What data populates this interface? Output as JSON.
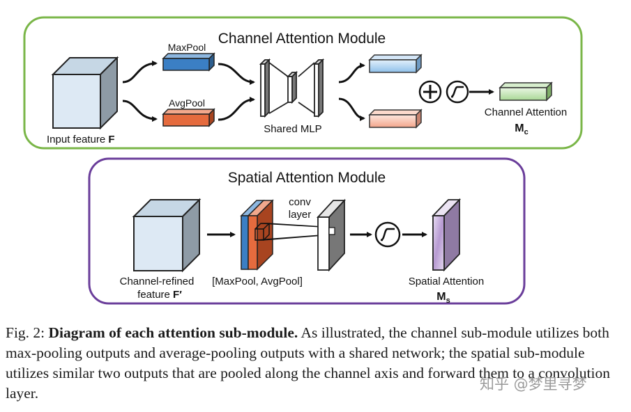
{
  "channel_module": {
    "title": "Channel Attention Module",
    "input_label": "Input feature ",
    "input_symbol": "F",
    "maxpool_label": "MaxPool",
    "avgpool_label": "AvgPool",
    "mlp_label": "Shared MLP",
    "output_label": "Channel Attention",
    "output_symbol": "M",
    "output_subscript": "c",
    "plus_symbol": "+",
    "border_color": "#7ab648"
  },
  "spatial_module": {
    "title": "Spatial Attention Module",
    "input_label_line1": "Channel-refined",
    "input_label_line2": "feature ",
    "input_symbol": "F′",
    "pool_label": "[MaxPool, AvgPool]",
    "conv_label_line1": "conv",
    "conv_label_line2": "layer",
    "output_label": "Spatial Attention",
    "output_symbol": "M",
    "output_subscript": "s",
    "border_color": "#6a3d9a"
  },
  "caption": {
    "prefix": "Fig. 2: ",
    "bold": "Diagram of each attention sub-module.",
    "text": " As illustrated, the channel sub-module utilizes both max-pooling outputs and average-pooling outputs with a shared network; the spatial sub-module utilizes similar two outputs that are pooled along the channel axis and forward them to a convolution layer."
  },
  "watermark": "知乎 @梦里寻梦"
}
